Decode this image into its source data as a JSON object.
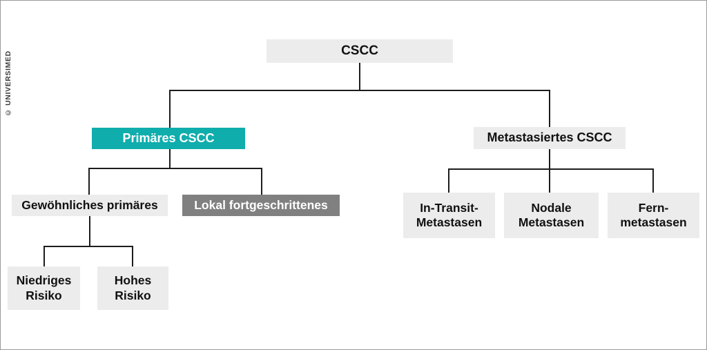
{
  "meta": {
    "copyright": "© UNIVERSIMED"
  },
  "colors": {
    "light_box": "#ececec",
    "teal_box": "#0fadac",
    "dark_gray_box": "#808080",
    "line": "#1c1c1c",
    "text_dark": "#111111",
    "text_light": "#ffffff",
    "frame_border": "#9a9a9a",
    "background": "#ffffff"
  },
  "chart_data": {
    "type": "diagram",
    "title": "CSCC",
    "nodes": [
      {
        "id": "root",
        "label": "CSCC",
        "style": "light",
        "level": 0
      },
      {
        "id": "primary",
        "label": "Primäres CSCC",
        "style": "teal",
        "level": 1
      },
      {
        "id": "meta",
        "label": "Metastasiertes CSCC",
        "style": "light",
        "level": 1
      },
      {
        "id": "common",
        "label": "Gewöhnliches primäres",
        "style": "light",
        "level": 2
      },
      {
        "id": "locadv",
        "label": "Lokal fortgeschrittenes",
        "style": "dark-gray",
        "level": 2
      },
      {
        "id": "intransit",
        "label": "In-Transit-Metastasen",
        "style": "light",
        "level": 2
      },
      {
        "id": "nodal",
        "label": "Nodale Metastasen",
        "style": "light",
        "level": 2
      },
      {
        "id": "distant",
        "label": "Fern-metastasen",
        "style": "light",
        "level": 2
      },
      {
        "id": "lowrisk",
        "label": "Niedriges Risiko",
        "style": "light",
        "level": 3
      },
      {
        "id": "highrisk",
        "label": "Hohes Risiko",
        "style": "light",
        "level": 3
      }
    ],
    "edges": [
      {
        "from": "root",
        "to": "primary"
      },
      {
        "from": "root",
        "to": "meta"
      },
      {
        "from": "primary",
        "to": "common"
      },
      {
        "from": "primary",
        "to": "locadv"
      },
      {
        "from": "meta",
        "to": "intransit"
      },
      {
        "from": "meta",
        "to": "nodal"
      },
      {
        "from": "meta",
        "to": "distant"
      },
      {
        "from": "common",
        "to": "lowrisk"
      },
      {
        "from": "common",
        "to": "highrisk"
      }
    ]
  },
  "nodes": {
    "root": {
      "label": "CSCC"
    },
    "primary": {
      "label": "Primäres CSCC"
    },
    "meta": {
      "label": "Metastasiertes CSCC"
    },
    "common": {
      "label": "Gewöhnliches primäres"
    },
    "locadv": {
      "label": "Lokal fortgeschrittenes"
    },
    "lowrisk": {
      "line1": "Niedriges",
      "line2": "Risiko"
    },
    "highrisk": {
      "line1": "Hohes",
      "line2": "Risiko"
    },
    "intransit": {
      "line1": "In-Transit-",
      "line2": "Metastasen"
    },
    "nodal": {
      "line1": "Nodale",
      "line2": "Metastasen"
    },
    "distant": {
      "line1": "Fern-",
      "line2": "metastasen"
    }
  }
}
